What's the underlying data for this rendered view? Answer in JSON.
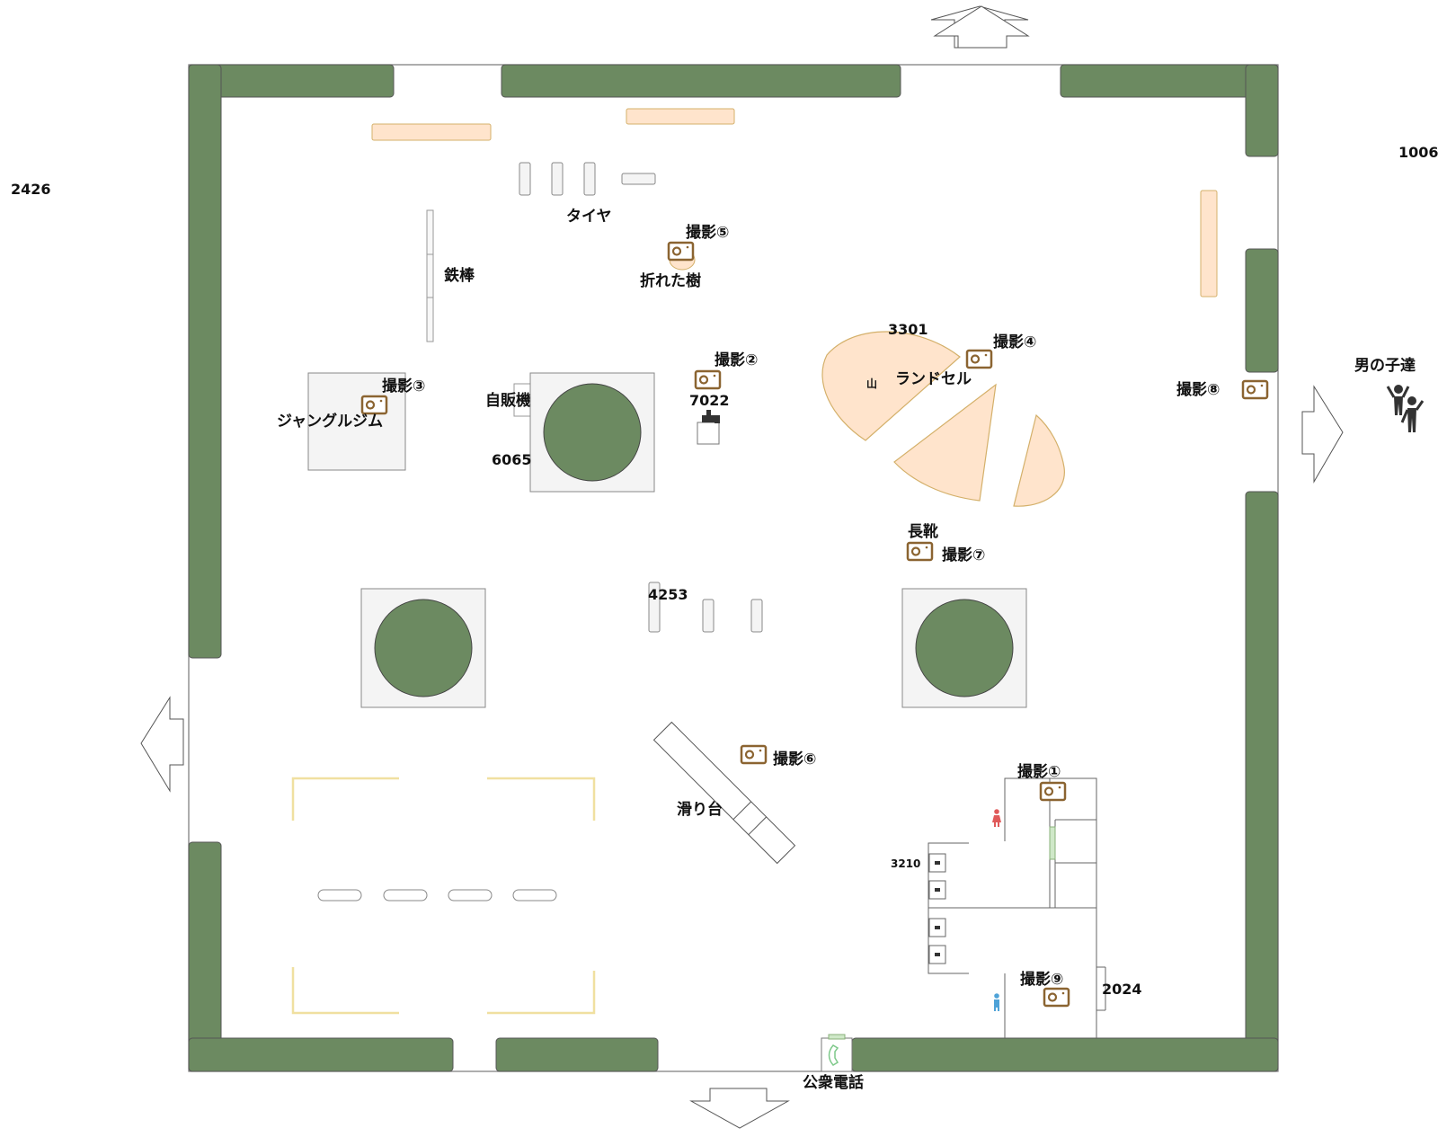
{
  "colors": {
    "wall": "#6c8a61",
    "tree": "#6c8a61",
    "mound": "#ffe4cc",
    "mound_stroke": "#d4b06a",
    "camera": "#8b6431",
    "sandbox": "#f0e0a0",
    "outline": "#555555",
    "male": "#4fa3d8",
    "female": "#e05a5a",
    "phone": "#7ec98a"
  },
  "labels": {
    "tire": "タイヤ",
    "iron_bar": "鉄棒",
    "broken_tree": "折れた樹",
    "jungle_gym": "ジャングルジム",
    "vending": "自販機",
    "randoseru": "ランドセル",
    "mountain": "山",
    "boots": "長靴",
    "slide": "滑り台",
    "phone": "公衆電話",
    "boys": "男の子達"
  },
  "cameras": {
    "c1": "撮影①",
    "c2": "撮影②",
    "c3": "撮影③",
    "c4": "撮影④",
    "c5": "撮影⑤",
    "c6": "撮影⑥",
    "c7": "撮影⑦",
    "c8": "撮影⑧",
    "c9": "撮影⑨"
  },
  "numbers": {
    "n2426": "2426",
    "n1006": "1006",
    "n3301": "3301",
    "n7022": "7022",
    "n6065": "6065",
    "n4253": "4253",
    "n3210": "3210",
    "n2024": "2024"
  },
  "icons": {
    "camera": "camera-icon",
    "faucet": "faucet-icon",
    "phone": "phone-icon",
    "male": "male-toilet-icon",
    "female": "female-toilet-icon",
    "people": "people-icon",
    "arrow": "exit-arrow-icon"
  }
}
